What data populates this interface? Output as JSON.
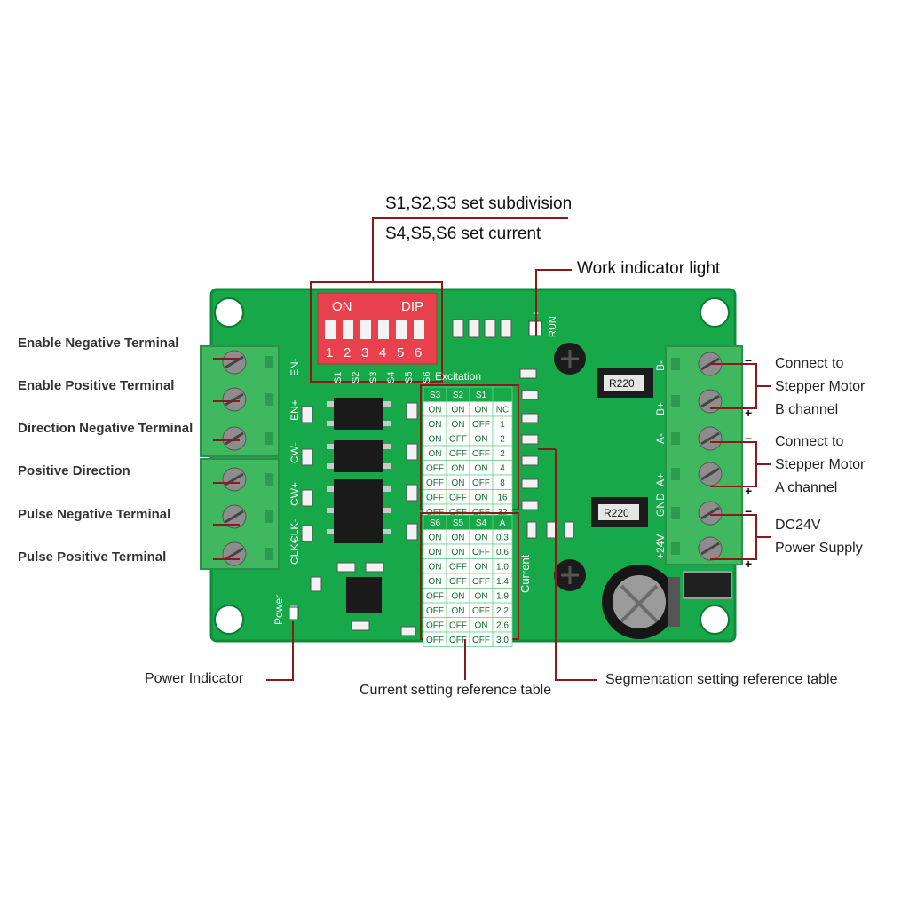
{
  "labels": {
    "subdivision": "S1,S2,S3 set subdivision",
    "current_set": "S4,S5,S6 set current",
    "work_light": "Work indicator light",
    "left": [
      "Enable Negative Terminal",
      "Enable Positive Terminal",
      "Direction Negative Terminal",
      "Positive Direction",
      "Pulse Negative Terminal",
      "Pulse Positive Terminal"
    ],
    "right_b": [
      "Connect to",
      "Stepper Motor",
      "B channel"
    ],
    "right_a": [
      "Connect to",
      "Stepper Motor",
      "A channel"
    ],
    "right_power": [
      "DC24V",
      "Power Supply"
    ],
    "power_indicator": "Power Indicator",
    "current_table": "Current setting reference table",
    "segmentation_table": "Segmentation setting reference table",
    "minus": "−",
    "plus": "+"
  },
  "board": {
    "dip_on": "ON",
    "dip_label": "DIP",
    "dip_numbers": [
      "1",
      "2",
      "3",
      "4",
      "5",
      "6"
    ],
    "switch_names": [
      "S1",
      "S2",
      "S3",
      "S4",
      "S5",
      "S6"
    ],
    "excitation": "Excitation",
    "current_word": "Current",
    "power_word": "Power",
    "run_word": "RUN",
    "resistor": "R220",
    "left_pins": [
      "EN-",
      "EN+",
      "CW-",
      "CW+",
      "CLK-",
      "CLK+"
    ],
    "right_pins": [
      "B-",
      "B+",
      "A-",
      "A+",
      "GND",
      "+24V"
    ]
  },
  "excitation_table": {
    "header": [
      "S3",
      "S2",
      "S1",
      ""
    ],
    "rows": [
      [
        "ON",
        "ON",
        "ON",
        "NC"
      ],
      [
        "ON",
        "ON",
        "OFF",
        "1"
      ],
      [
        "ON",
        "OFF",
        "ON",
        "2"
      ],
      [
        "ON",
        "OFF",
        "OFF",
        "2"
      ],
      [
        "OFF",
        "ON",
        "ON",
        "4"
      ],
      [
        "OFF",
        "ON",
        "OFF",
        "8"
      ],
      [
        "OFF",
        "OFF",
        "ON",
        "16"
      ],
      [
        "OFF",
        "OFF",
        "OFF",
        "32"
      ]
    ]
  },
  "current_table": {
    "header": [
      "S6",
      "S5",
      "S4",
      "A"
    ],
    "rows": [
      [
        "ON",
        "ON",
        "ON",
        "0.3"
      ],
      [
        "ON",
        "ON",
        "OFF",
        "0.6"
      ],
      [
        "ON",
        "OFF",
        "ON",
        "1.0"
      ],
      [
        "ON",
        "OFF",
        "OFF",
        "1.4"
      ],
      [
        "OFF",
        "ON",
        "ON",
        "1.9"
      ],
      [
        "OFF",
        "ON",
        "OFF",
        "2.2"
      ],
      [
        "OFF",
        "OFF",
        "ON",
        "2.6"
      ],
      [
        "OFF",
        "OFF",
        "OFF",
        "3.0"
      ]
    ]
  },
  "colors": {
    "pcb": "#17a84a",
    "pcb_dark": "#0f8c3a",
    "terminal": "#3fb860",
    "dip_red": "#e8414d",
    "leader": "#8b1a1a",
    "silk": "#ffffff"
  }
}
